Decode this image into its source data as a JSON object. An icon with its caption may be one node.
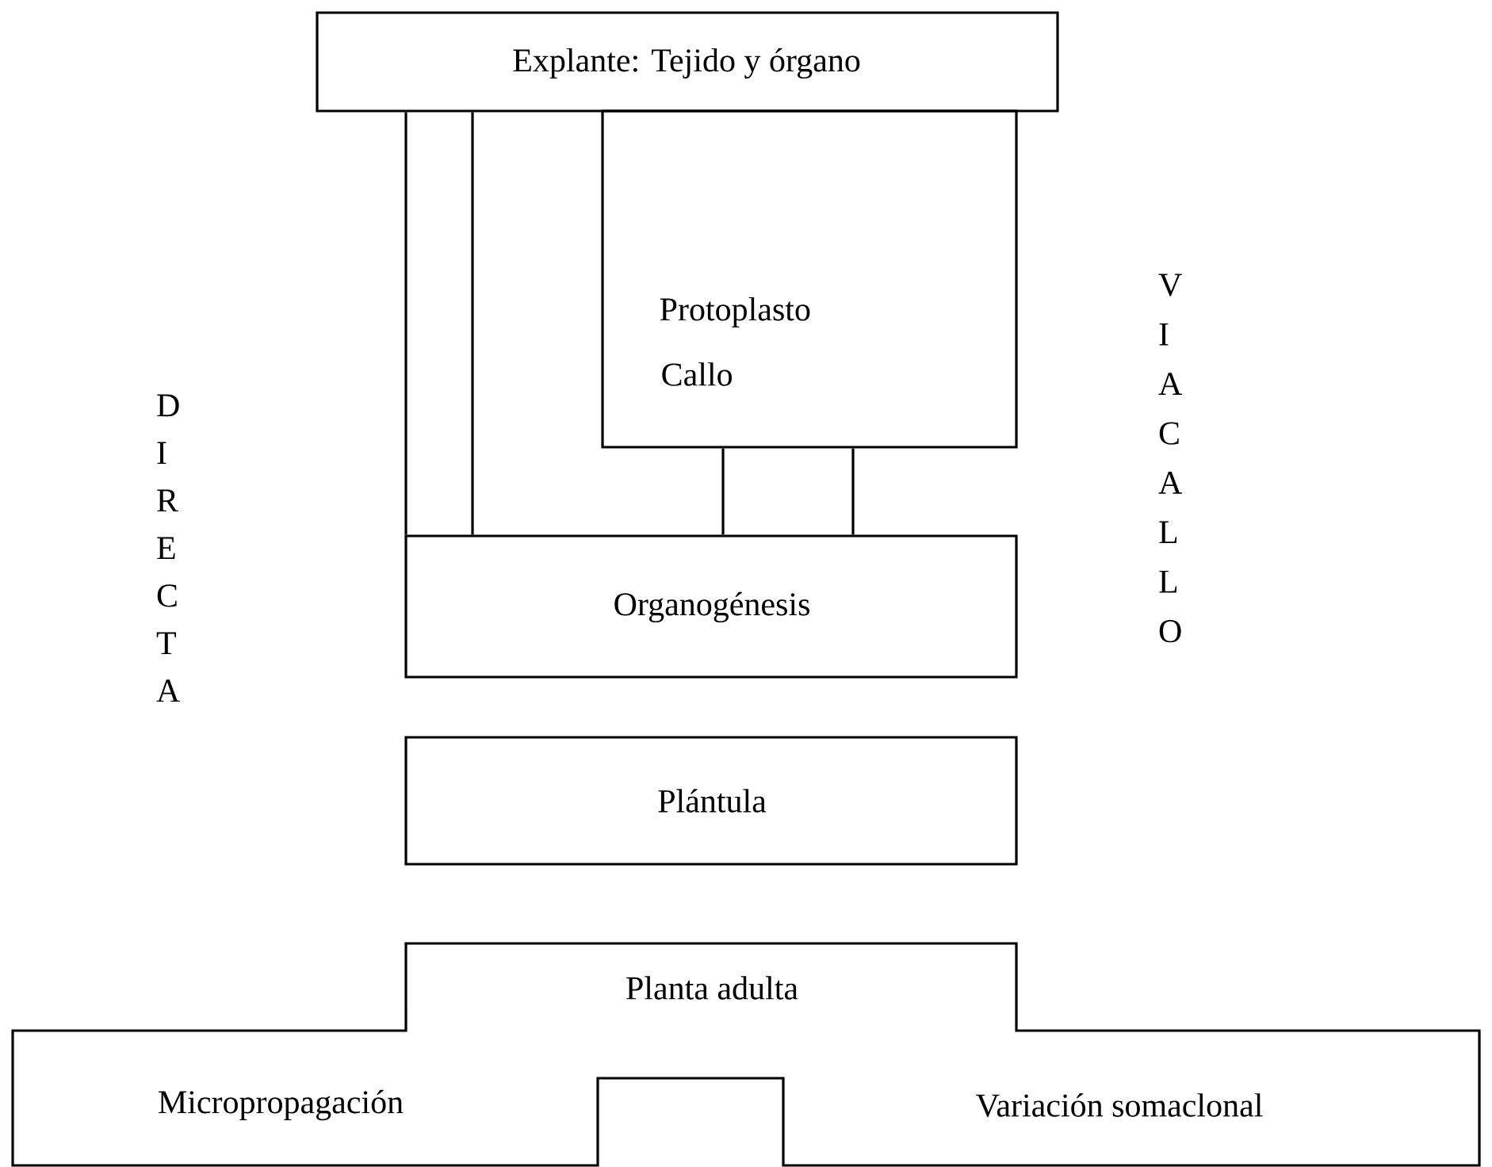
{
  "diagram": {
    "nodes": [
      {
        "text": [
          "Explante: Tejido y órgano"
        ]
      },
      {
        "text": [
          "Protoplasto",
          "Callo"
        ]
      },
      {
        "text": [
          "Organogénesis"
        ]
      },
      {
        "text": [
          "Plántula"
        ]
      },
      {
        "text": [
          "Planta adulta",
          "Micropropagación",
          "Variación somaclonal"
        ]
      }
    ],
    "edges": [
      {
        "from": 0,
        "to": 2,
        "arrow": "none"
      },
      {
        "from": 0,
        "to": 2,
        "arrow": "none"
      },
      {
        "from": 1,
        "to": 2,
        "arrow": "none"
      },
      {
        "from": 1,
        "to": 2,
        "arrow": "none"
      }
    ],
    "labels": [
      "DIRECTA",
      "VIA CALLO"
    ]
  }
}
